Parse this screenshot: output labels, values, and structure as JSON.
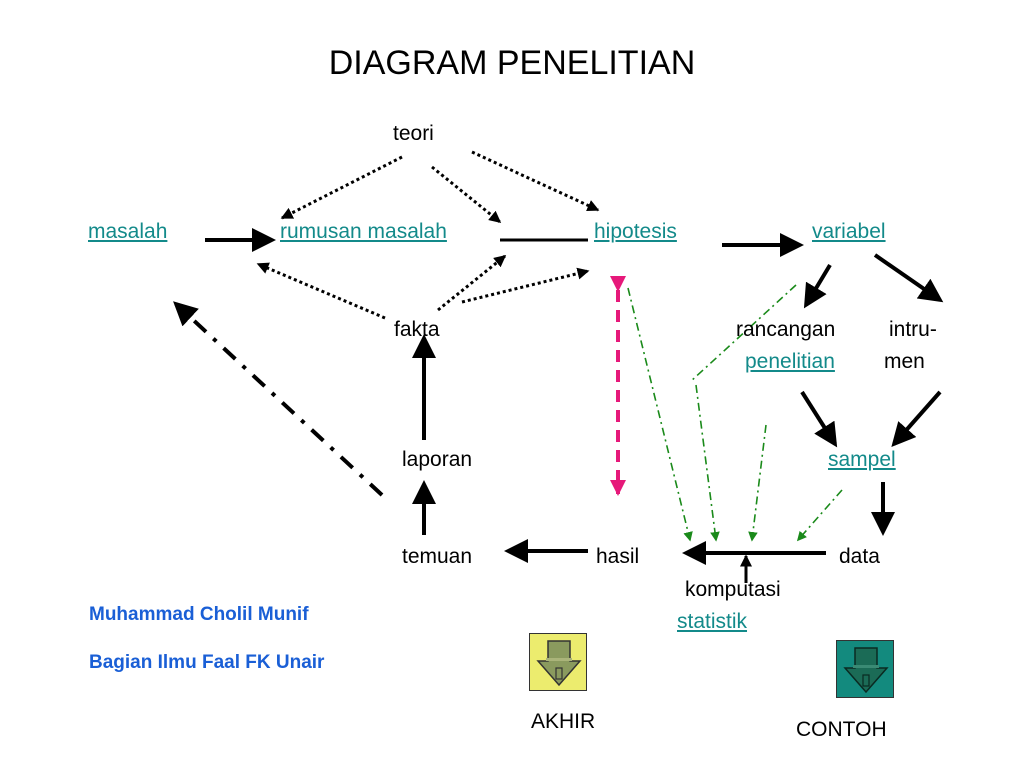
{
  "title": "DIAGRAM PENELITIAN",
  "nodes": {
    "teori": "teori",
    "masalah": "masalah ",
    "rumusan_masalah": "rumusan masalah ",
    "hipotesis": "hipotesis ",
    "variabel": "variabel",
    "fakta": "fakta",
    "rancangan": "rancangan",
    "penelitian": "penelitian",
    "intru": "intru-",
    "men": "men",
    "laporan": "laporan",
    "sampel": "sampel",
    "temuan": "temuan",
    "hasil": "hasil",
    "data": "data",
    "komputasi": "komputasi",
    "statistik": "statistik"
  },
  "credits": {
    "author": "Muhammad Cholil Munif",
    "department": "Bagian Ilmu Faal FK Unair"
  },
  "nav": {
    "akhir": "AKHIR",
    "contoh": "CONTOH"
  },
  "colors": {
    "link": "#138a8a",
    "credit": "#1a5fd6",
    "feedback_arrow": "#e6197a",
    "dashdot_arrow": "#1a8a1a",
    "akhir_button": "#ecec6e",
    "contoh_button": "#138a7e"
  },
  "icons": {
    "akhir": "download-arrow-icon",
    "contoh": "download-arrow-icon"
  }
}
